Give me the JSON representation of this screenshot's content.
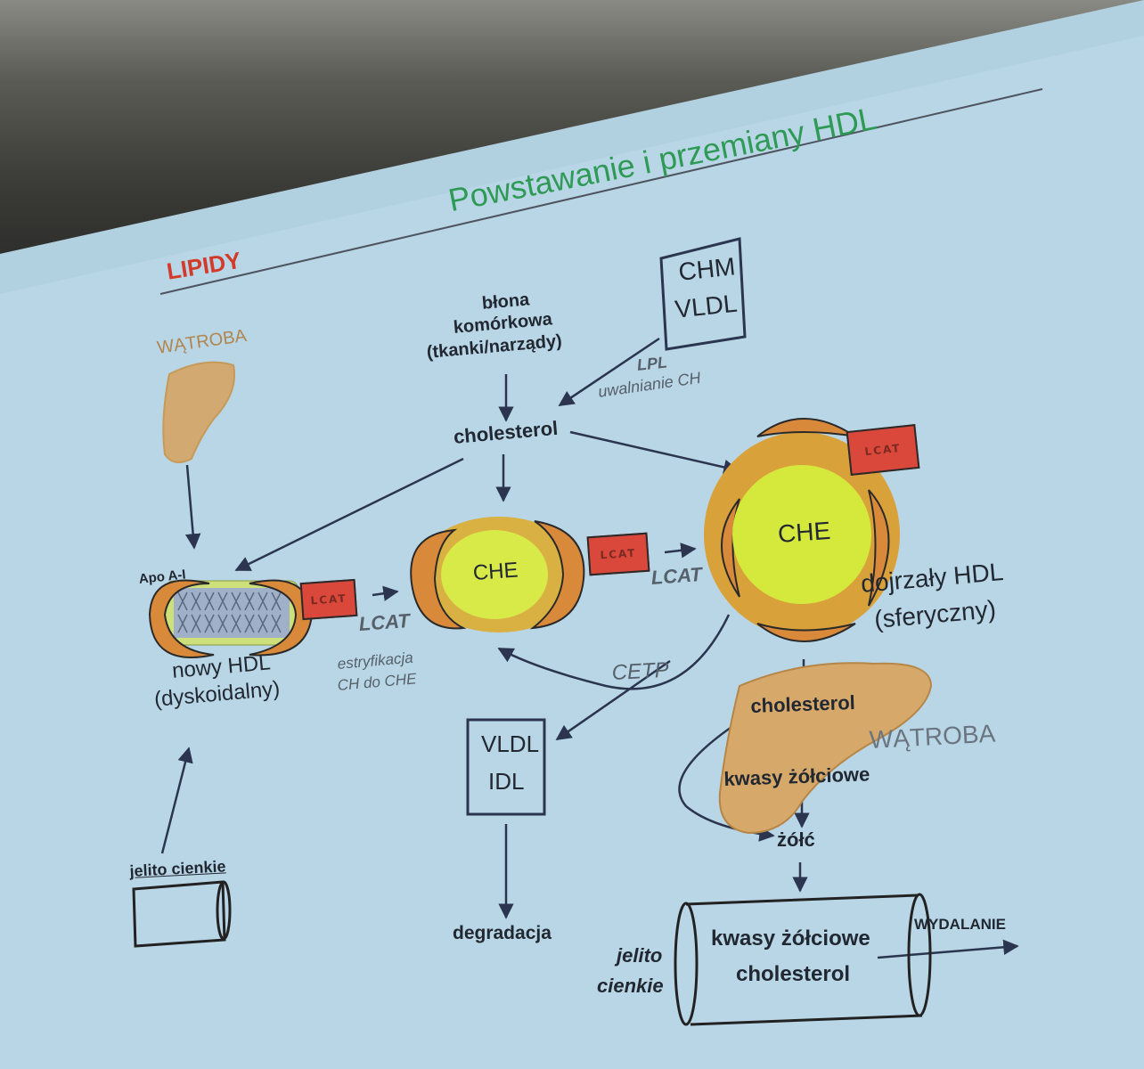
{
  "slide": {
    "title": "Powstawanie i przemiany HDL",
    "section": "LIPIDY",
    "colors": {
      "title": "#2e9a55",
      "section": "#d23a2a",
      "background": "#b9d6e6",
      "particle_shell": "#d9893a",
      "particle_core": "#d6e84a",
      "lcat_tag": "#d9483b",
      "liver": "#d7a96a"
    }
  },
  "nodes": {
    "liver_top": "WĄTROBA",
    "membrane": [
      "błona",
      "komórkowa",
      "(tkanki/narządy)"
    ],
    "chm_vldl": [
      "CHM",
      "VLDL"
    ],
    "lpl": "LPL",
    "lpl_note": "uwalnianie CH",
    "cholesterol_top": "cholesterol",
    "apo": "Apo A-I",
    "lcat_tag": "LCAT",
    "new_hdl": [
      "nowy HDL",
      "(dyskoidalny)"
    ],
    "lcat1": "LCAT",
    "esterification": [
      "estryfikacja",
      "CH do CHE"
    ],
    "che_mid": "CHE",
    "lcat2": "LCAT",
    "che_big": "CHE",
    "mature_hdl": [
      "dojrzały HDL",
      "(sferyczny)"
    ],
    "cetp": "CETP",
    "vldl_idl": [
      "VLDL",
      "IDL"
    ],
    "degradation": "degradacja",
    "small_intestine_left": "jelito cienkie",
    "liver_right": "WĄTROBA",
    "cholesterol_liver": "cholesterol",
    "bile_acids": "kwasy żółciowe",
    "bile": "żółć",
    "intestine_content": [
      "kwasy żółciowe",
      "cholesterol"
    ],
    "excretion": "WYDALANIE",
    "small_intestine_right": [
      "jelito",
      "cienkie"
    ]
  }
}
